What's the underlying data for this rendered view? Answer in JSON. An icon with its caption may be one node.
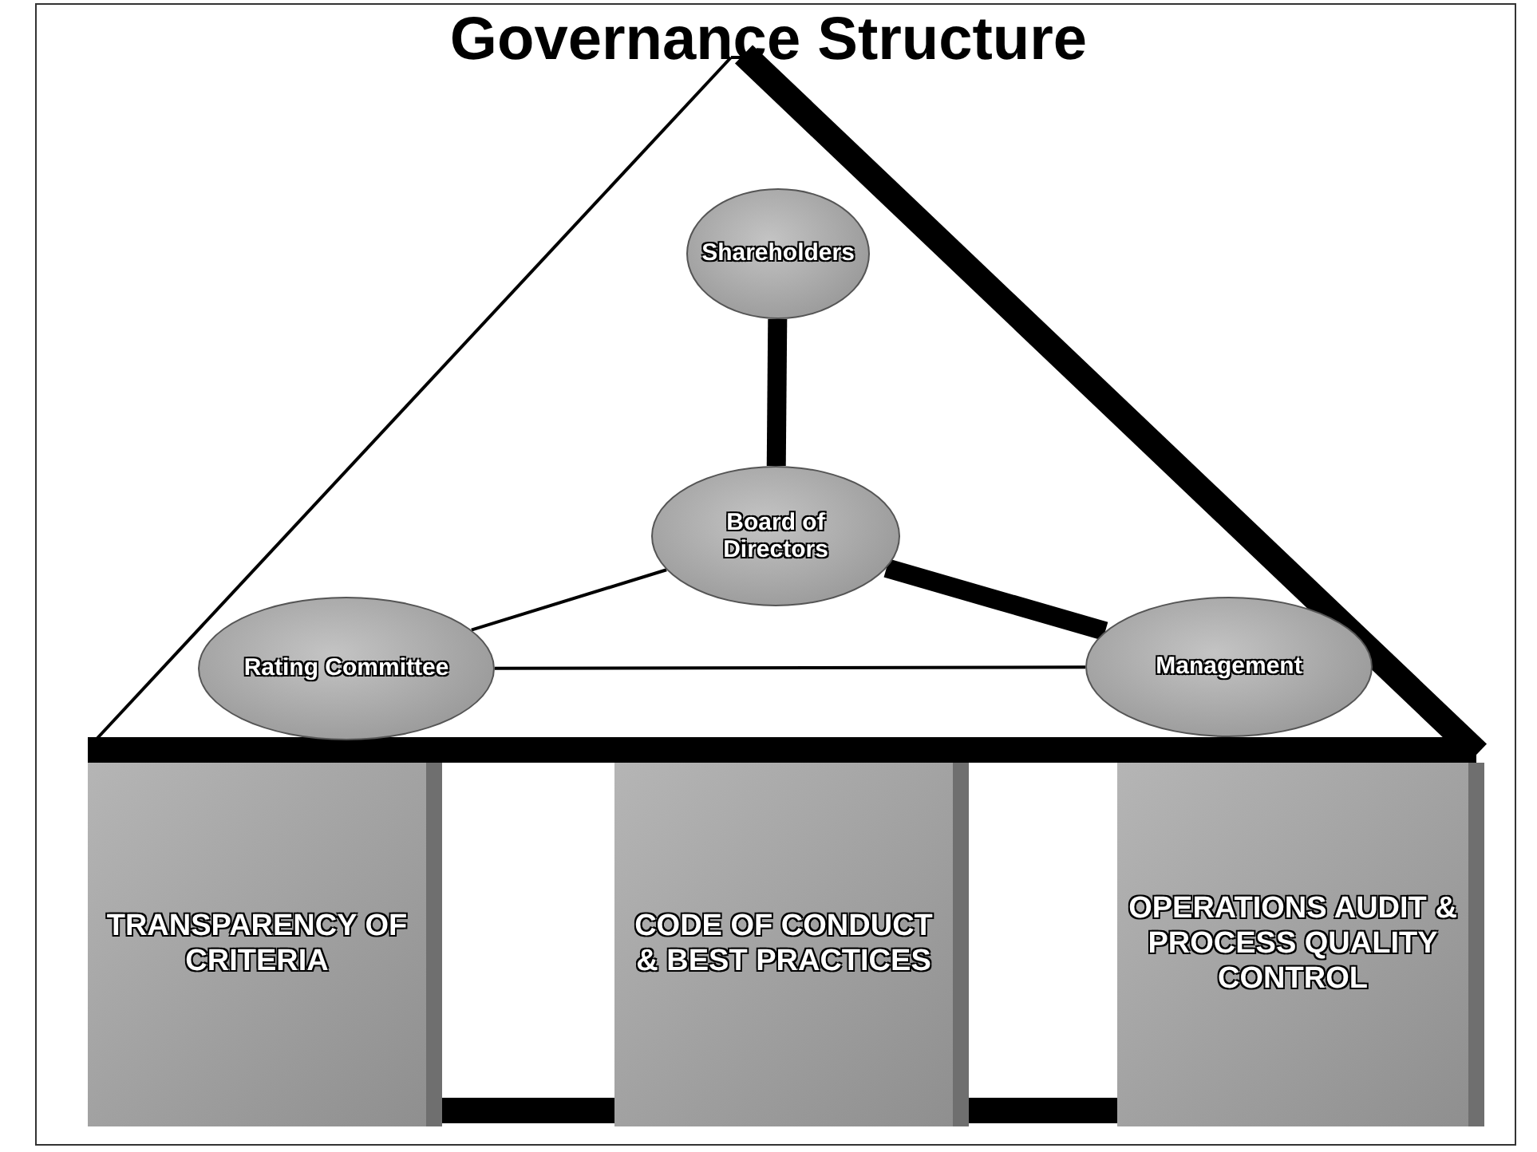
{
  "diagram": {
    "title": "Governance Structure",
    "nodes": [
      {
        "text": [
          "Shareholders"
        ]
      },
      {
        "text": [
          "Board of Directors"
        ]
      },
      {
        "text": [
          "Rating Committee"
        ]
      },
      {
        "text": [
          "Management"
        ]
      },
      {
        "text": [
          "TRANSPARENCY OF CRITERIA"
        ]
      },
      {
        "text": [
          "CODE OF CONDUCT & BEST PRACTICES"
        ]
      },
      {
        "text": [
          "OPERATIONS AUDIT & PROCESS QUALITY CONTROL"
        ]
      }
    ],
    "edges": [
      {
        "from": 0,
        "to": 1,
        "arrow": "none",
        "style": "thick"
      },
      {
        "from": 1,
        "to": 2,
        "arrow": "none"
      },
      {
        "from": 1,
        "to": 3,
        "arrow": "none",
        "style": "thick"
      },
      {
        "from": 2,
        "to": 3,
        "arrow": "none"
      }
    ]
  }
}
